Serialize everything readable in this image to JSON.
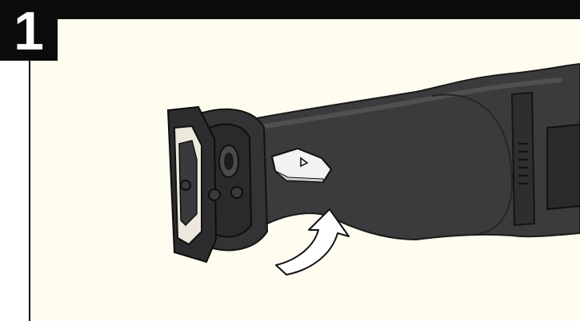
{
  "step": {
    "number": "1"
  },
  "colors": {
    "background": "#fffdf0",
    "frame": "#0b0b0b",
    "tool_body": "#3a3a3c",
    "lever": "#f2f2f2",
    "arrow": "#ffffff"
  },
  "illustration": {
    "subject": "reciprocating-saw-front",
    "icons": [
      "blade-clamp-lever",
      "rotate-arrow-icon",
      "triangle-marker-icon"
    ]
  }
}
